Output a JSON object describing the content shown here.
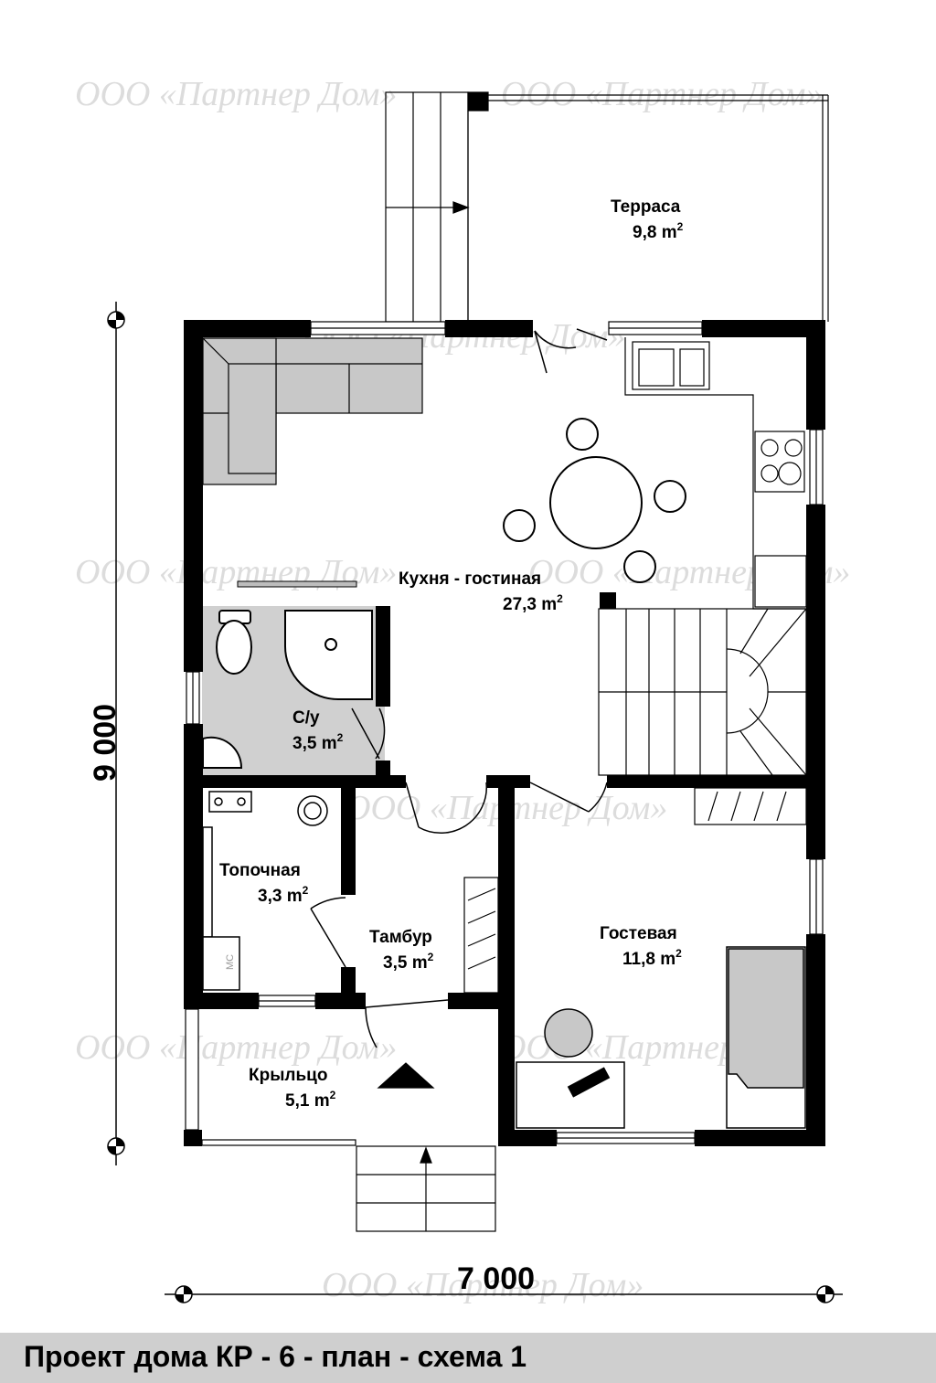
{
  "watermark": "ООО «Партнер Дом»",
  "rooms": [
    {
      "id": "terrace",
      "name": "Терраса",
      "area": "9,8 m",
      "sup": "2"
    },
    {
      "id": "kitchen",
      "name": "Кухня - гостиная",
      "area": "27,3 m",
      "sup": "2"
    },
    {
      "id": "bath",
      "name": "С/у",
      "area": "3,5 m",
      "sup": "2"
    },
    {
      "id": "boiler",
      "name": "Топочная",
      "area": "3,3 m",
      "sup": "2"
    },
    {
      "id": "vestibule",
      "name": "Тамбур",
      "area": "3,5 m",
      "sup": "2"
    },
    {
      "id": "guest",
      "name": "Гостевая",
      "area": "11,8 m",
      "sup": "2"
    },
    {
      "id": "porch",
      "name": "Крыльцо",
      "area": "5,1 m",
      "sup": "2"
    }
  ],
  "dimensions": {
    "height": "9 000",
    "width": "7 000"
  },
  "fixture_labels": {
    "washer": "МС"
  },
  "title": "Проект дома КР - 6 - план - схема 1",
  "colors": {
    "wall": "#000000",
    "bathroom_floor": "#d0d0d0",
    "sofa": "#c8c8c8",
    "footer": "#cfcfcf"
  }
}
